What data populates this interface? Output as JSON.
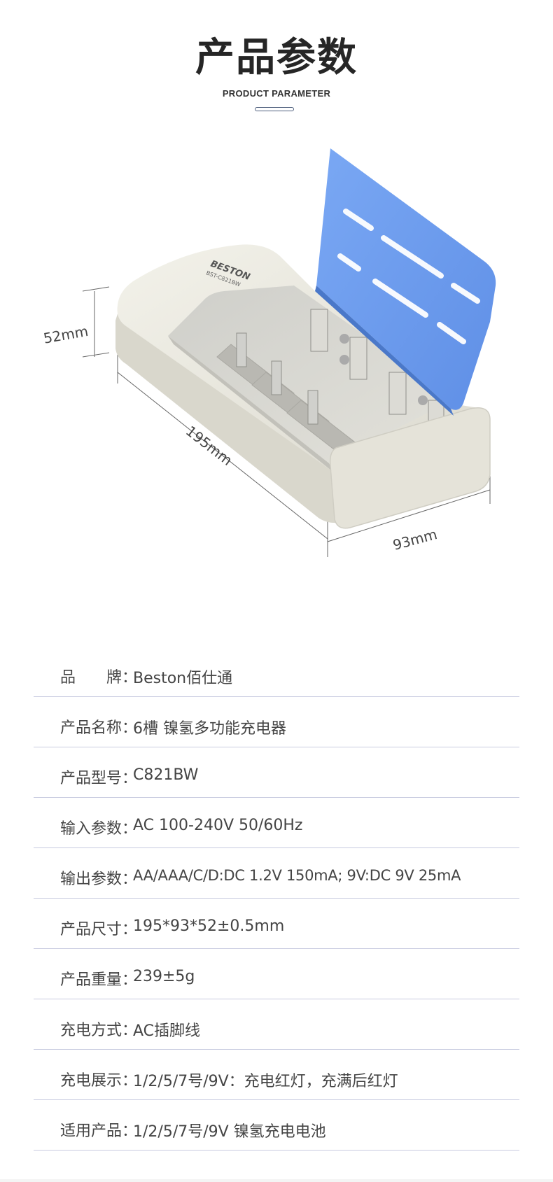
{
  "header": {
    "title": "产品参数",
    "subtitle": "PRODUCT PARAMETER"
  },
  "product": {
    "brand_print": "BESTON",
    "model_print": "BST-C821BW",
    "dimensions": {
      "height": "52mm",
      "length": "195mm",
      "width": "93mm"
    }
  },
  "specs": [
    {
      "label": "品　　牌：",
      "value": "Beston佰仕通"
    },
    {
      "label": "产品名称：",
      "value": "6槽 镍氢多功能充电器"
    },
    {
      "label": "产品型号：",
      "value": "C821BW"
    },
    {
      "label": "输入参数：",
      "value": "AC 100-240V 50/60Hz"
    },
    {
      "label": "输出参数：",
      "value": "AA/AAA/C/D:DC 1.2V 150mA; 9V:DC 9V 25mA"
    },
    {
      "label": "产品尺寸：",
      "value": "195*93*52±0.5mm"
    },
    {
      "label": "产品重量：",
      "value": "239±5g"
    },
    {
      "label": "充电方式：",
      "value": "AC插脚线"
    },
    {
      "label": "充电展示：",
      "value": "1/2/5/7号/9V：充电红灯，充满后红灯"
    },
    {
      "label": "适用产品：",
      "value": "1/2/5/7号/9V 镍氢充电电池"
    }
  ],
  "colors": {
    "lid_blue": "#6f9ff0",
    "body_gray": "#e9e7dc",
    "divider": "#c8cbe0"
  }
}
